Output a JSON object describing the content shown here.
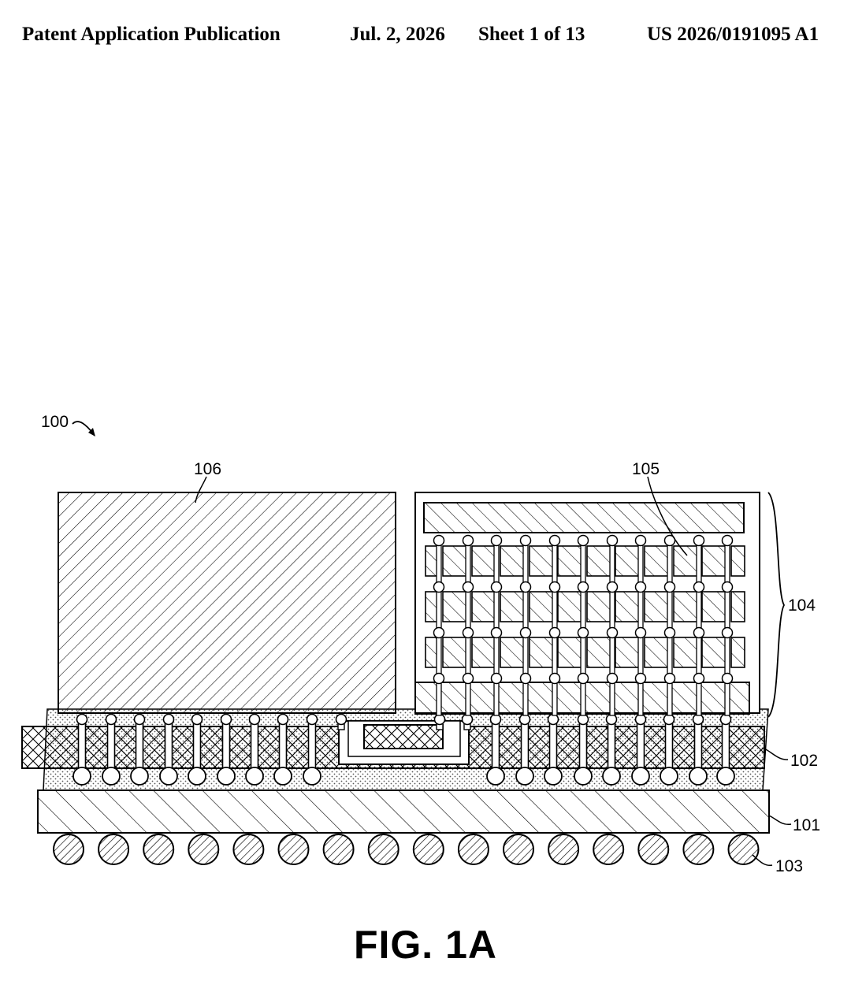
{
  "header": {
    "publication": "Patent Application Publication",
    "date": "Jul. 2, 2026",
    "sheet": "Sheet 1 of 13",
    "number": "US 2026/0191095 A1"
  },
  "figure": {
    "caption": "FIG. 1A",
    "refs": {
      "assembly": "100",
      "substrate": "101",
      "interposer": "102",
      "solder_balls": "103",
      "die_stack": "104",
      "stack_die": "105",
      "die": "106"
    }
  }
}
